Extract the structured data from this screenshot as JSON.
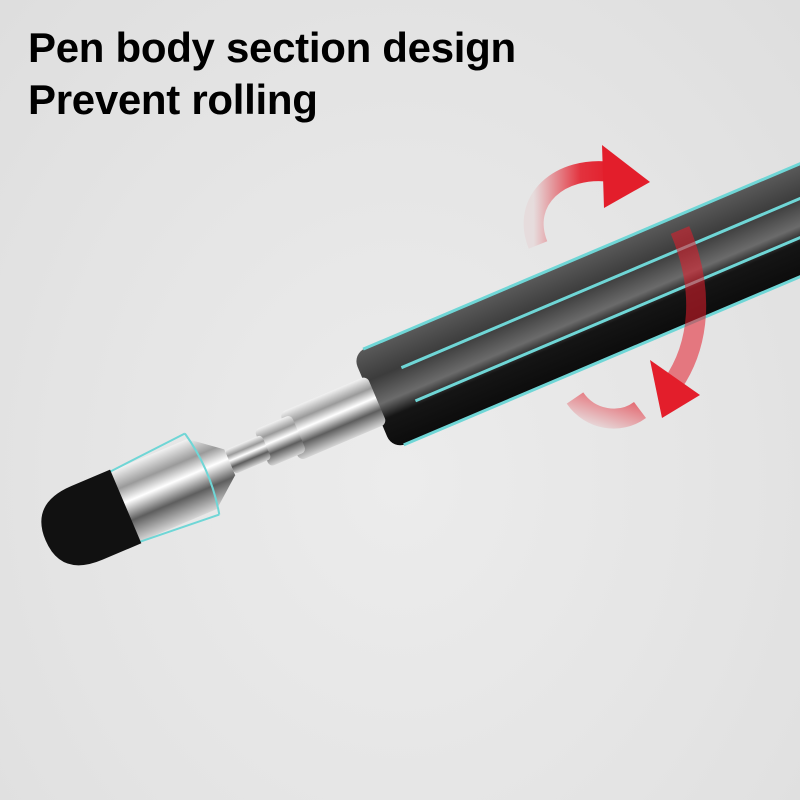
{
  "headline": {
    "line1": "Pen body section design",
    "line2": "Prevent rolling"
  },
  "product": {
    "name": "stylus pen",
    "parts": [
      "fiber-mesh-tip",
      "chrome-tip-collar",
      "telescopic-metal-neck",
      "faceted-pen-body"
    ],
    "indicator": "rotation-arrows"
  },
  "colors": {
    "background": "#e6e6e6",
    "text": "#000000",
    "body_dark": "#1c1c1c",
    "body_mid": "#4a4a4a",
    "outline_accent": "#6fd6d6",
    "arrow_red": "#e31e2b",
    "chrome": "#c8c8c8",
    "tip": "#111111"
  }
}
